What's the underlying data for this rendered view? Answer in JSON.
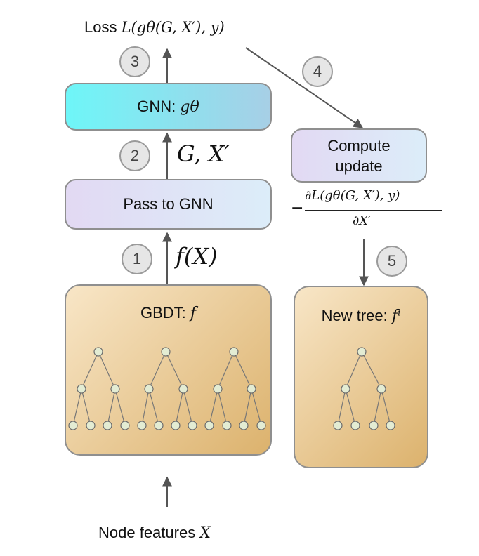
{
  "loss": {
    "text": "Loss",
    "formula": "L(gθ(G, X′), y)"
  },
  "steps": {
    "s1": "1",
    "s2": "2",
    "s3": "3",
    "s4": "4",
    "s5": "5"
  },
  "gnn_box": {
    "label": "GNN:",
    "symbol": "gθ"
  },
  "pass_box": {
    "label": "Pass to GNN"
  },
  "compute_box": {
    "line1": "Compute",
    "line2": "update"
  },
  "gbdt_box": {
    "label": "GBDT:",
    "symbol": "f"
  },
  "newtree_box": {
    "label": "New tree:",
    "symbol": "fⁱ"
  },
  "edge_labels": {
    "g_x": "G, X′",
    "f_x": "f(X)"
  },
  "gradient": {
    "minus": "−",
    "numerator": "∂L(gθ(G, X′), y)",
    "denominator": "∂X′"
  },
  "input": {
    "text": "Node features",
    "symbol": "X"
  },
  "colors": {
    "gnn_gradient": [
      "#6ef6f8",
      "#9fd0e8"
    ],
    "pass_gradient": [
      "#e3dbf3",
      "#deedf9"
    ],
    "tree_gradient": [
      "#f7e4c4",
      "#deb672"
    ],
    "node_fill": "#e3ecd3"
  }
}
